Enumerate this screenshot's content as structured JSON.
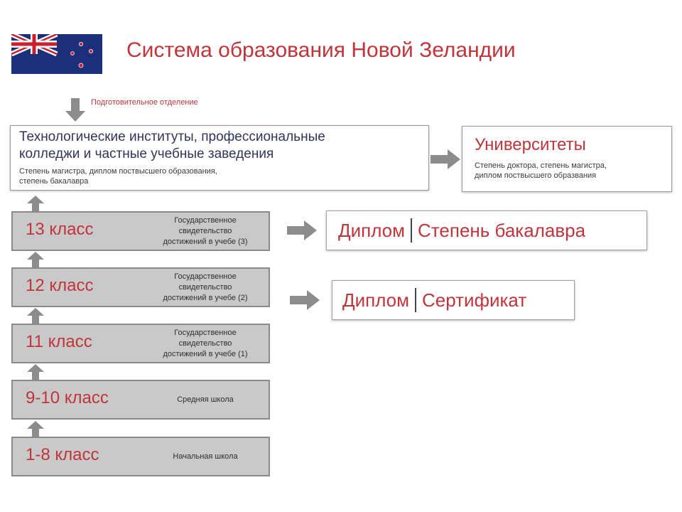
{
  "header": {
    "title": "Система образования Новой Зеландии",
    "colors": {
      "accent": "#c0343a",
      "flag_blue": "#1c2f7a",
      "flag_red": "#cc1f2e"
    }
  },
  "prep": {
    "label": "Подготовительное отделение"
  },
  "institutes": {
    "title_line1": "Технологические институты, профессиональные",
    "title_line2": "колледжи и частные учебные заведения",
    "sub_line1": "Степень магистра, диплом поствысшего образования,",
    "sub_line2": "степень бакалавра"
  },
  "universities": {
    "title": "Университеты",
    "sub_line1": "Степень доктора, степень магистра,",
    "sub_line2": "диплом поствысшего образвания"
  },
  "grades": {
    "g13": {
      "label": "13 класс",
      "desc1": "Государственное",
      "desc2": "свидетельство",
      "desc3": "достижений в учебе (3)"
    },
    "g12": {
      "label": "12 класс",
      "desc1": "Государственное",
      "desc2": "свидетельство",
      "desc3": "достижений в учебе (2)"
    },
    "g11": {
      "label": "11 класс",
      "desc1": "Государственное",
      "desc2": "свидетельство",
      "desc3": "достижений в учебе (1)"
    },
    "g910": {
      "label": "9-10 класс",
      "desc": "Средняя школа"
    },
    "g18": {
      "label": "1-8 класс",
      "desc": "Начальная школа"
    }
  },
  "outcomes": {
    "o13": {
      "left": "Диплом",
      "right": "Степень бакалавра"
    },
    "o12": {
      "left": "Диплом",
      "right": "Сертификат"
    }
  }
}
